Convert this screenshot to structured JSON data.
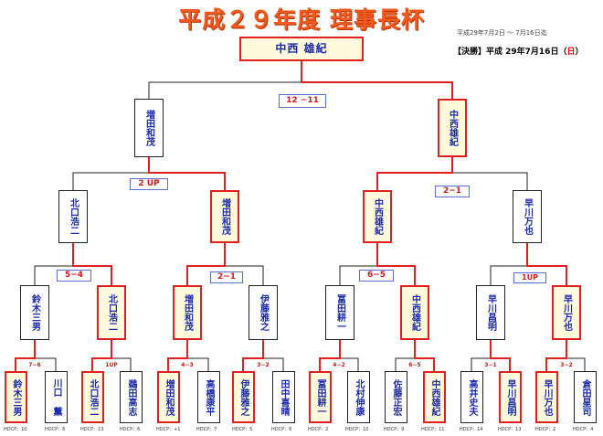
{
  "header": {
    "title": "平成２９年度 理事長杯",
    "period": "平成29年7月2日 〜 7月16日迄",
    "final_prefix": "【決勝】平成 29年7月16日（",
    "final_day": "日",
    "final_suffix": "）"
  },
  "colors": {
    "win_line": "#e32020",
    "lose_line": "#222222",
    "win_fill": "#fffadc",
    "name_text": "#1a2aa8",
    "score_text": "#d01818",
    "title": "#f05a1e"
  },
  "champion": {
    "name": "中西 雄紀"
  },
  "scores": {
    "final": "12 −11",
    "semi_left": "2 UP",
    "semi_right": "2−1",
    "qf1": "5−4",
    "qf2": "2−1",
    "qf3": "6−5",
    "qf4": "1UP",
    "r1_1": "7−6",
    "r1_2": "1UP",
    "r1_3": "4−3",
    "r1_4": "3−2",
    "r1_5": "4−2",
    "r1_6": "6−5",
    "r1_7": "3−1",
    "r1_8": "3−2"
  },
  "finalists": [
    "増田和茂",
    "中西雄紀"
  ],
  "semifinalists": [
    "北口浩二",
    "増田和茂",
    "中西雄紀",
    "早川万也"
  ],
  "quarterfinalists": [
    "鈴木三男",
    "北口浩二",
    "増田和茂",
    "伊藤雅之",
    "冨田耕一",
    "中西雄紀",
    "早川昌明",
    "早川万也"
  ],
  "players": [
    {
      "name": "鈴木三男",
      "hdcp": "HDCP：10"
    },
    {
      "name": "川口 薫",
      "hdcp": "HDCP：6"
    },
    {
      "name": "北口浩二",
      "hdcp": "HDCP：13"
    },
    {
      "name": "鵜田高志",
      "hdcp": "HDCP：6"
    },
    {
      "name": "増田和茂",
      "hdcp": "HDCP：+1"
    },
    {
      "name": "高橋康平",
      "hdcp": "HDCP：7"
    },
    {
      "name": "伊藤雅之",
      "hdcp": "HDCP：5"
    },
    {
      "name": "田中喜晴",
      "hdcp": "HDCP：6"
    },
    {
      "name": "冨田耕一",
      "hdcp": "HDCP：2"
    },
    {
      "name": "北村伸康",
      "hdcp": "HDCP：10"
    },
    {
      "name": "佐藤正宏",
      "hdcp": "HDCP：9"
    },
    {
      "name": "中西雄紀",
      "hdcp": "HDCP：11"
    },
    {
      "name": "高井史夫",
      "hdcp": "HDCP：14"
    },
    {
      "name": "早川昌明",
      "hdcp": "HDCP：13"
    },
    {
      "name": "早川万也",
      "hdcp": "HDCP：2"
    },
    {
      "name": "倉田星司",
      "hdcp": "HDCP：4"
    }
  ]
}
